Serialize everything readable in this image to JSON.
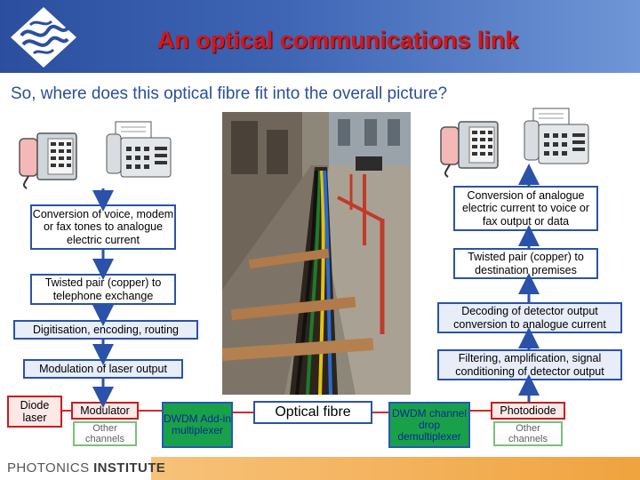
{
  "header": {
    "title": "An optical communications link",
    "subtitle": "So, where does this optical fibre fit into the overall picture?"
  },
  "left_chain": {
    "conversion": "Conversion of voice, modem or fax tones to analogue electric current",
    "twisted_pair": "Twisted pair (copper) to telephone exchange",
    "digitisation": "Digitisation, encoding, routing",
    "modulation": "Modulation of laser output"
  },
  "right_chain": {
    "conversion": "Conversion of analogue electric current to voice or fax output or data",
    "twisted_pair": "Twisted pair (copper) to destination premises",
    "decoding": "Decoding of detector output conversion to analogue current",
    "filtering": "Filtering, amplification, signal conditioning of detector output"
  },
  "bottom_row": {
    "diode_laser": "Diode laser",
    "modulator": "Modulator",
    "other_channels_left": "Other channels",
    "dwdm_add": "DWDM Add-in multiplexer",
    "optical_fibre": "Optical fibre",
    "dwdm_drop": "DWDM channel drop demultiplexer",
    "photodiode": "Photodiode",
    "other_channels_right": "Other channels"
  },
  "footer": {
    "brand_a": "PHOTONICS",
    "brand_b": "INSTITUTE"
  },
  "colors": {
    "title": "#d31818",
    "subtitle": "#2a4f9a",
    "box_border": "#2a52a8",
    "dwdm_fill": "#19a14a"
  },
  "icons": [
    "logo-icon",
    "telephone-icon",
    "fax-machine-icon",
    "trench-photo"
  ]
}
